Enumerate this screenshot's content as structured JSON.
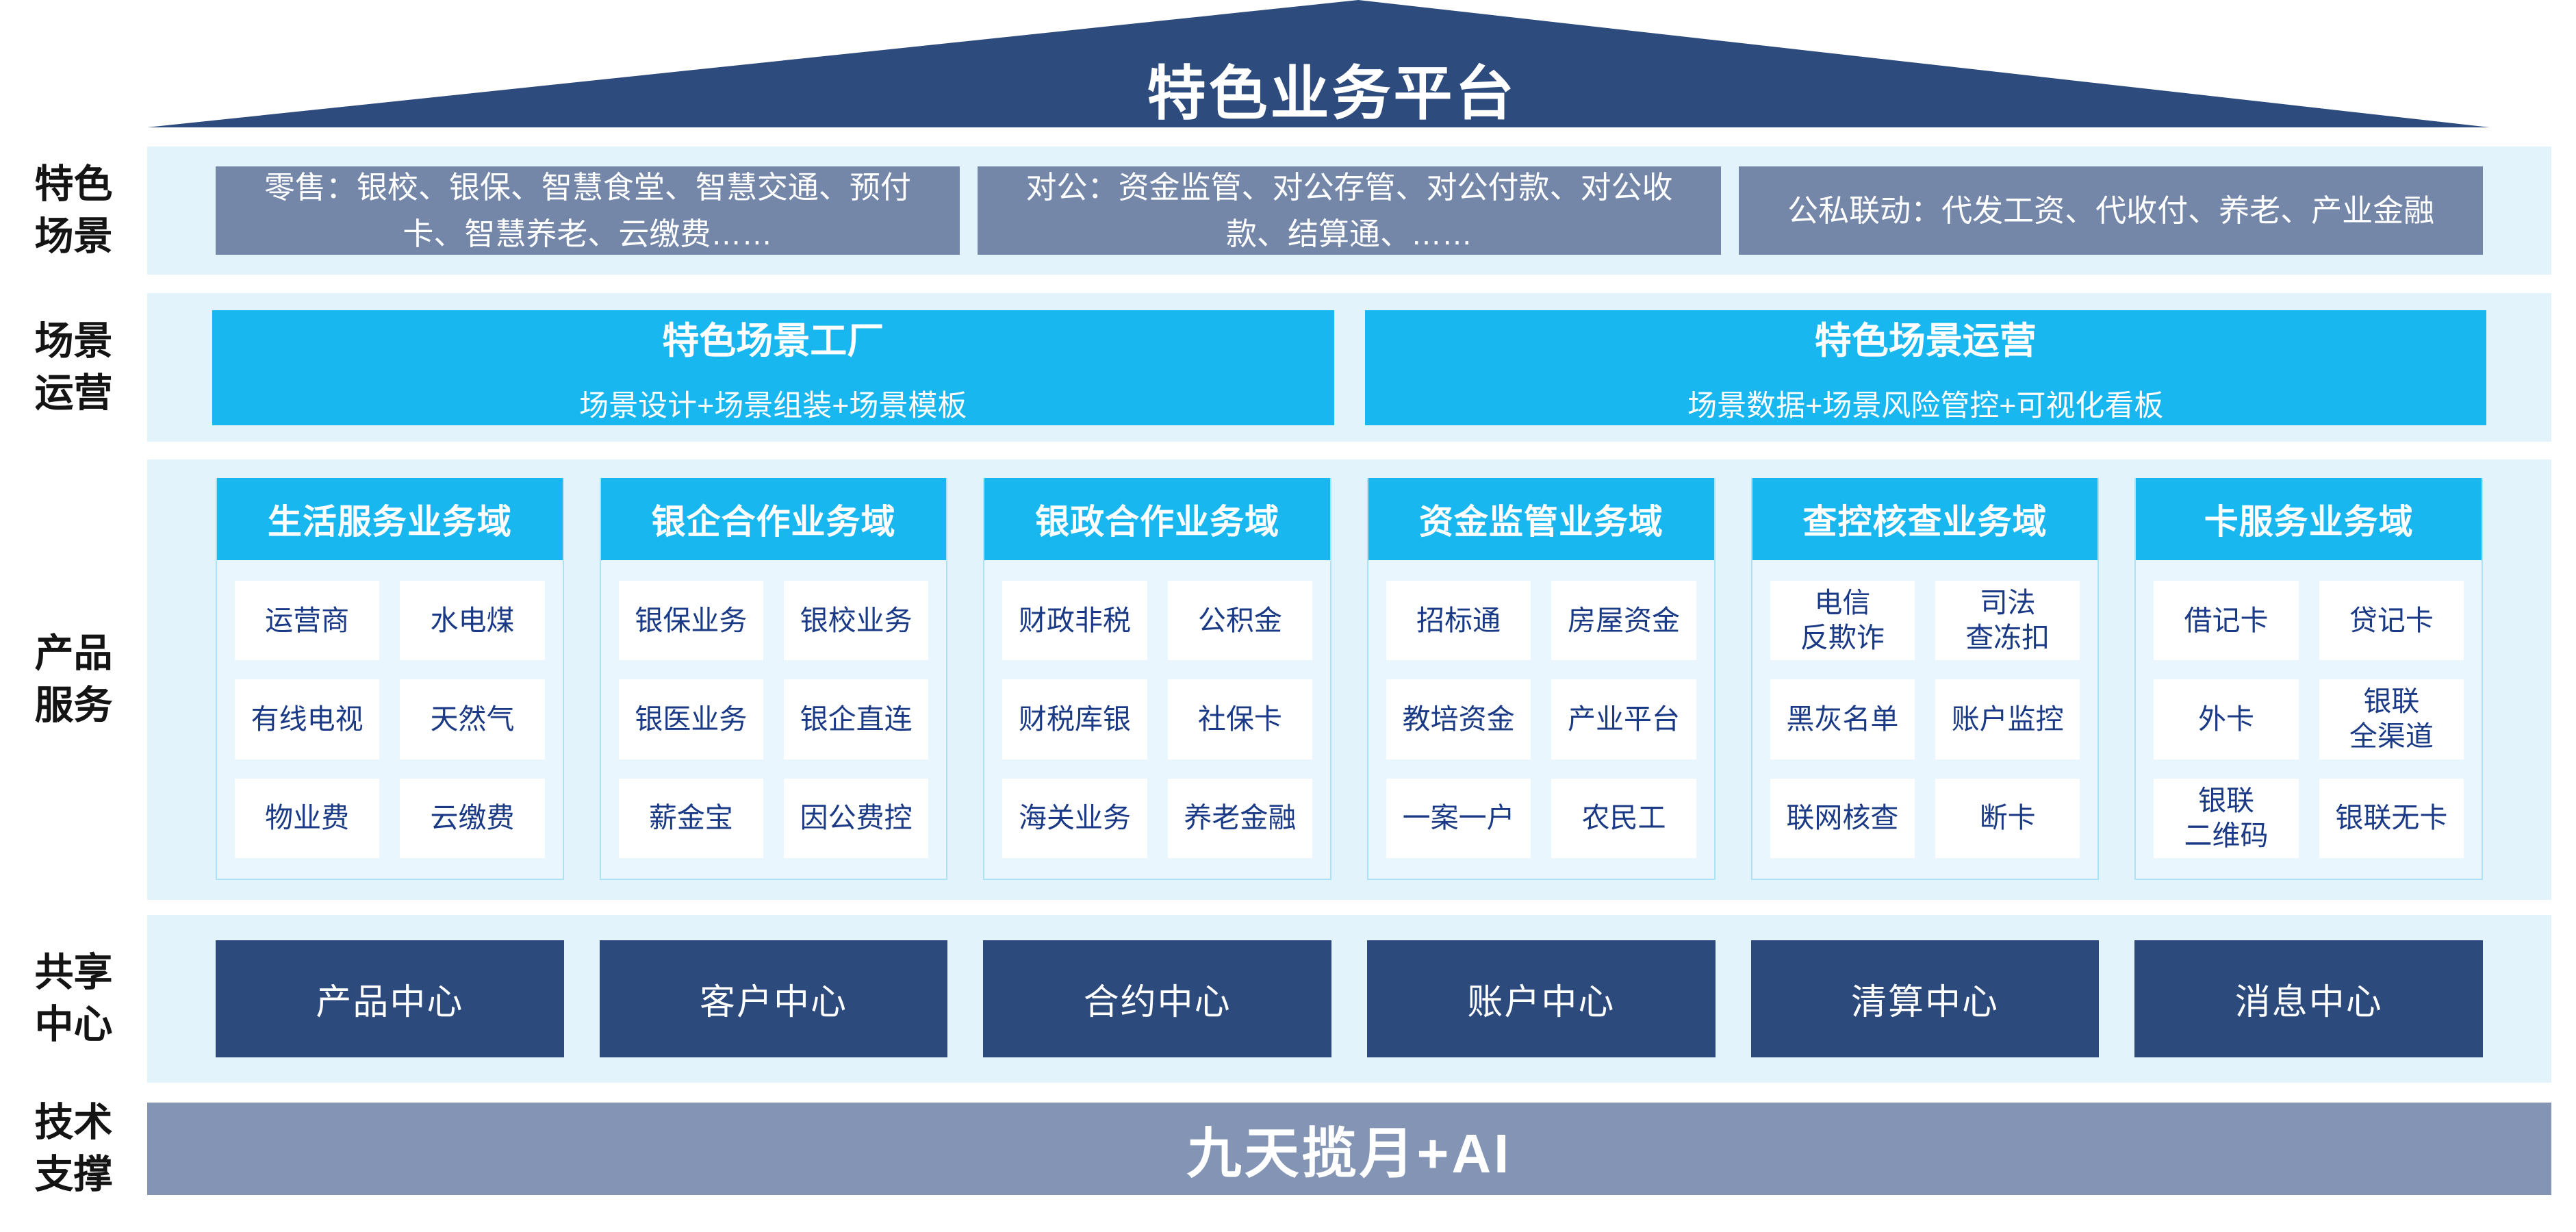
{
  "app": {
    "title": "特色业务平台"
  },
  "colors": {
    "roof_navy": "#2e4b7e",
    "band_blue": "#e2f3fc",
    "scene_slate": "#7487a9",
    "accent_cyan": "#19b7ef",
    "center_navy": "#2c4a7c",
    "cell_text_navy": "#1b3a85",
    "footer_slate": "#8394b5"
  },
  "side_labels": [
    {
      "label": "特色\n场景"
    },
    {
      "label": "场景\n运营"
    },
    {
      "label": "产品\n服务"
    },
    {
      "label": "共享\n中心"
    },
    {
      "label": "技术\n支撑"
    }
  ],
  "scenes_row": {
    "boxes": [
      "零售：银校、银保、智慧食堂、智慧交通、预付卡、智慧养老、云缴费……",
      "对公：资金监管、对公存管、对公付款、对公收款、结算通、……",
      "公私联动：代发工资、代收付、养老、产业金融"
    ]
  },
  "operation_row": {
    "boxes": [
      {
        "title": "特色场景工厂",
        "subtitle": "场景设计+场景组装+场景模板"
      },
      {
        "title": "特色场景运营",
        "subtitle": "场景数据+场景风险管控+可视化看板"
      }
    ]
  },
  "products_row": {
    "panels": [
      {
        "header": "生活服务业务域",
        "cells": [
          "运营商",
          "水电煤",
          "有线电视",
          "天然气",
          "物业费",
          "云缴费"
        ]
      },
      {
        "header": "银企合作业务域",
        "cells": [
          "银保业务",
          "银校业务",
          "银医业务",
          "银企直连",
          "薪金宝",
          "因公费控"
        ]
      },
      {
        "header": "银政合作业务域",
        "cells": [
          "财政非税",
          "公积金",
          "财税库银",
          "社保卡",
          "海关业务",
          "养老金融"
        ]
      },
      {
        "header": "资金监管业务域",
        "cells": [
          "招标通",
          "房屋资金",
          "教培资金",
          "产业平台",
          "一案一户",
          "农民工"
        ]
      },
      {
        "header": "查控核查业务域",
        "cells": [
          "电信\n反欺诈",
          "司法\n查冻扣",
          "黑灰名单",
          "账户监控",
          "联网核查",
          "断卡"
        ]
      },
      {
        "header": "卡服务业务域",
        "cells": [
          "借记卡",
          "贷记卡",
          "外卡",
          "银联\n全渠道",
          "银联\n二维码",
          "银联无卡"
        ]
      }
    ]
  },
  "centers_row": {
    "boxes": [
      "产品中心",
      "客户中心",
      "合约中心",
      "账户中心",
      "清算中心",
      "消息中心"
    ]
  },
  "footer": {
    "label": "九天揽月+AI"
  }
}
